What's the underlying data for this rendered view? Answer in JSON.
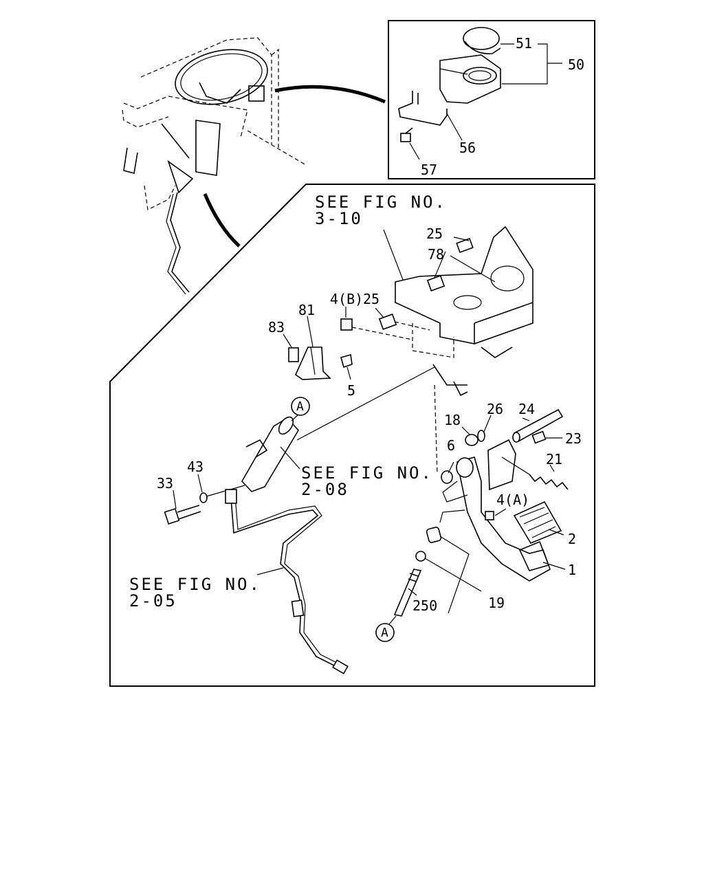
{
  "labels": {
    "p51": "51",
    "p50": "50",
    "p56": "56",
    "p57": "57",
    "p25a": "25",
    "p78": "78",
    "p4b": "4(B)",
    "p25b": "25",
    "p81": "81",
    "p83": "83",
    "p5": "5",
    "p18": "18",
    "p26": "26",
    "p24": "24",
    "p23": "23",
    "p6": "6",
    "p21": "21",
    "p4a": "4(A)",
    "p2": "2",
    "p1": "1",
    "p33": "33",
    "p43": "43",
    "p19": "19",
    "p250": "250"
  },
  "refs": {
    "fig310_l1": "SEE FIG NO.",
    "fig310_l2": "3-10",
    "fig208_l1": "SEE FIG NO.",
    "fig208_l2": "2-08",
    "fig205_l1": "SEE FIG NO.",
    "fig205_l2": "2-05"
  },
  "markers": {
    "a_top": "A",
    "a_bottom": "A"
  }
}
